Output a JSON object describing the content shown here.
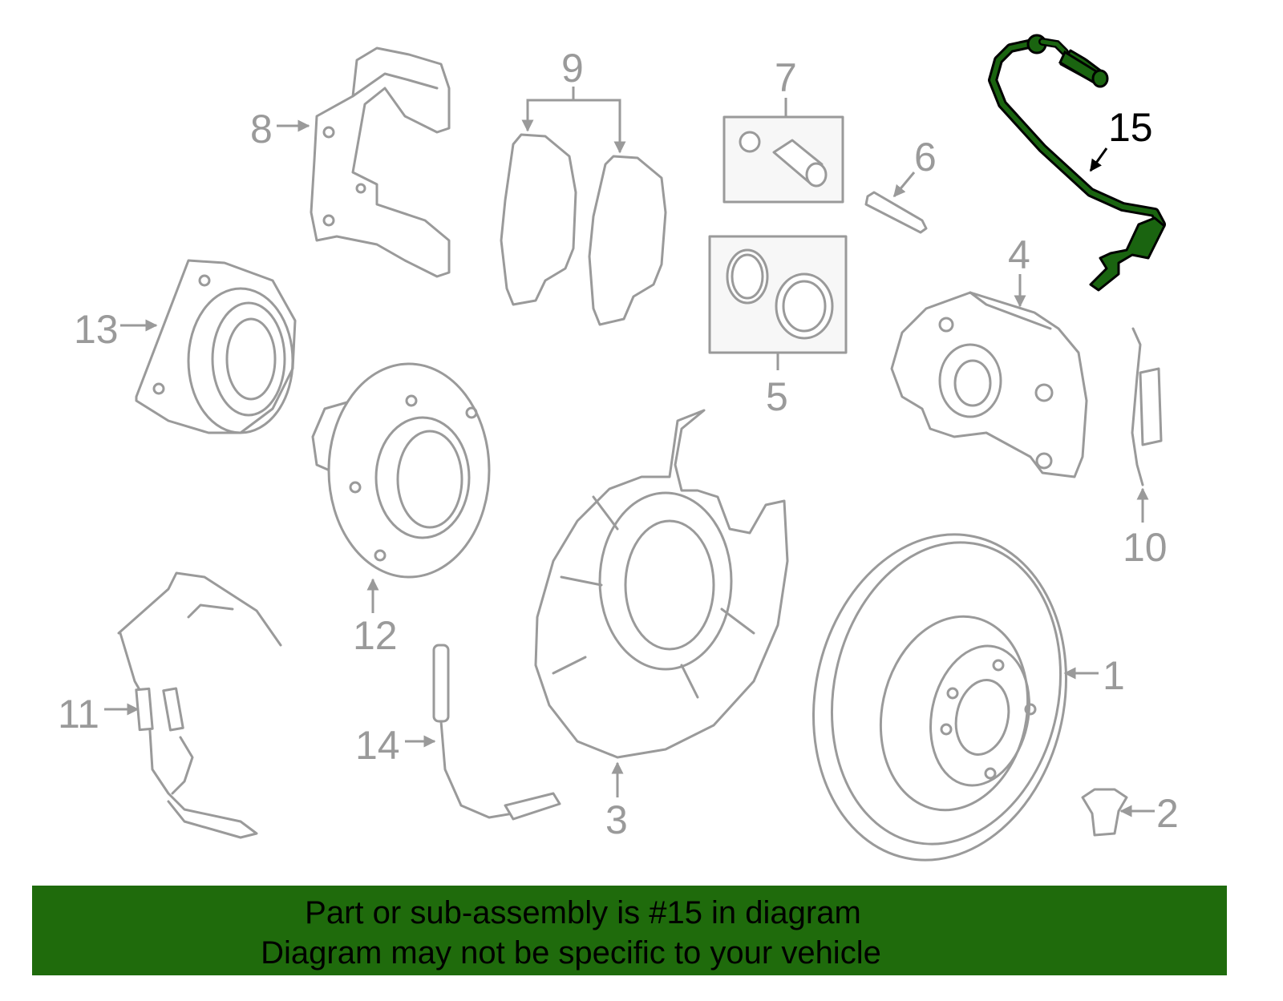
{
  "diagram": {
    "callouts": {
      "p1": "1",
      "p2": "2",
      "p3": "3",
      "p4": "4",
      "p5": "5",
      "p6": "6",
      "p7": "7",
      "p8": "8",
      "p9": "9",
      "p10": "10",
      "p11": "11",
      "p12": "12",
      "p13": "13",
      "p14": "14",
      "p15": "15"
    },
    "highlight_part": "15",
    "colors": {
      "highlight": "#1a6410",
      "parts": "#9a9a9a",
      "banner": "#1f6b0c"
    }
  },
  "banner": {
    "line1": "Part or sub-assembly is #15 in diagram",
    "line2": "Diagram may not be specific to your vehicle"
  }
}
